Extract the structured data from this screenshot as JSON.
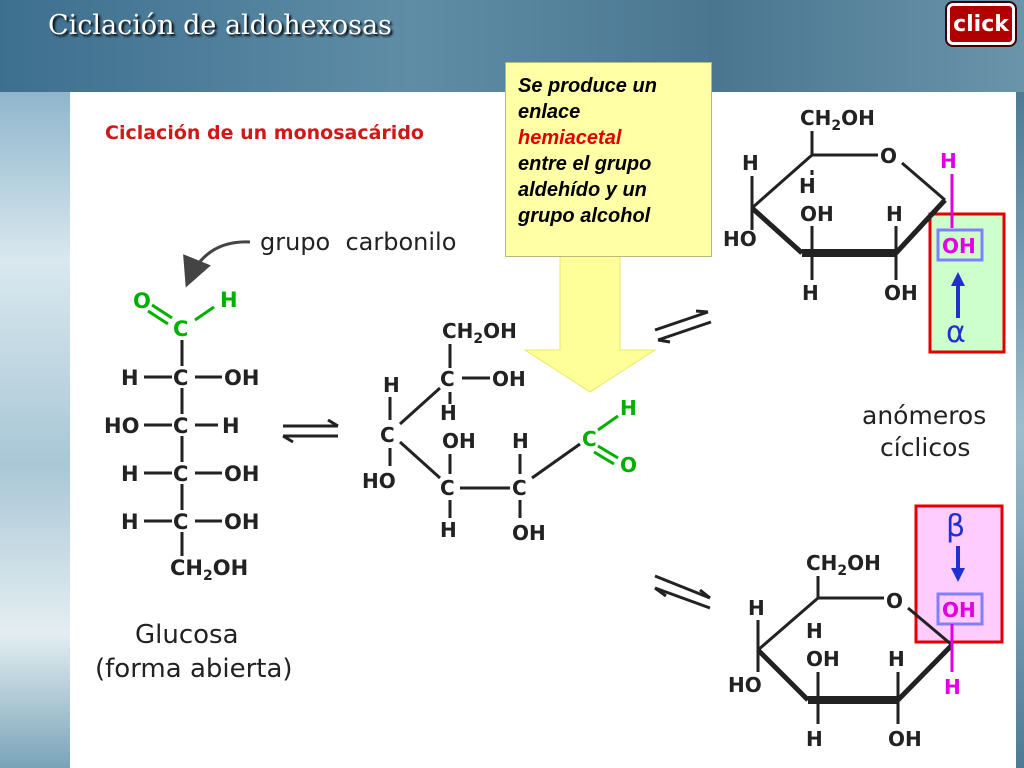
{
  "slide": {
    "title": "Ciclación de aldohexosas",
    "click_label": "click",
    "subtitle": "Ciclación de un monosacárido",
    "note": {
      "line1": "Se produce un",
      "line2": "enlace",
      "line3": "hemiacetal",
      "line4": "entre el grupo",
      "line5": "aldehído y un",
      "line6": "grupo alcohol"
    },
    "carbonyl_label": "grupo  carbonilo",
    "open_chain_name": "Glucosa",
    "open_chain_caption": "(forma abierta)",
    "anomers_label_1": "anómeros",
    "anomers_label_2": "cíclicos",
    "alpha_symbol": "α",
    "beta_symbol": "β"
  },
  "colors": {
    "accent_green": "#00b000",
    "accent_red": "#e00000",
    "highlight_magenta": "#e000e0",
    "hemiacetal_red": "#e00000"
  }
}
